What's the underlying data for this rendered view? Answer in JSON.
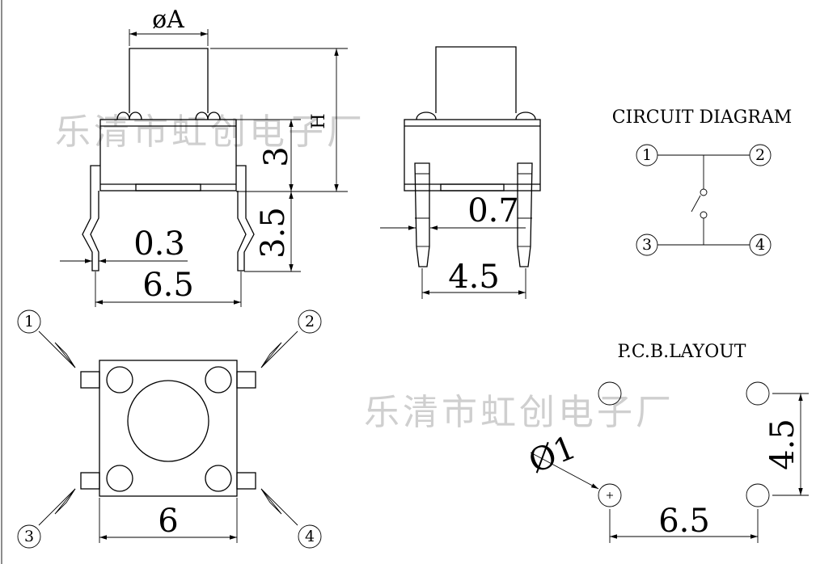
{
  "watermark": "乐清市虹创电子厂",
  "side_view": {
    "diameter_label": "øA",
    "height_label": "H",
    "body_height": "3",
    "pin_length": "3.5",
    "pin_thickness": "0.3",
    "pin_span": "6.5"
  },
  "front_view": {
    "pin_width": "0.7",
    "pin_span": "4.5"
  },
  "top_view": {
    "width": "6",
    "pin_numbers": [
      "1",
      "2",
      "3",
      "4"
    ]
  },
  "circuit": {
    "title": "CIRCUIT DIAGRAM",
    "pins": [
      "1",
      "2",
      "3",
      "4"
    ]
  },
  "pcb": {
    "title": "P.C.B.LAYOUT",
    "hole_diameter": "Ø1",
    "vertical_spacing": "4.5",
    "horizontal_spacing": "6.5"
  }
}
